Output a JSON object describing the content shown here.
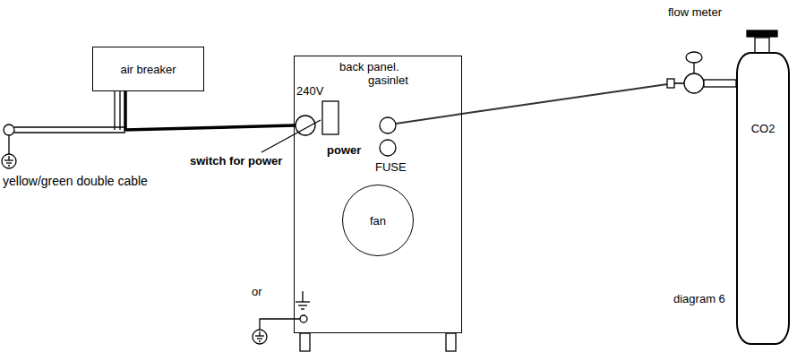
{
  "diagram": {
    "nodes": [
      {
        "text": [
          "air breaker"
        ]
      },
      {
        "text": [
          "back panel.",
          "gasinlet",
          "240V",
          "power",
          "FUSE"
        ]
      },
      {
        "text": [
          "fan"
        ],
        "in": 1
      },
      {
        "text": [
          "CO2"
        ]
      }
    ],
    "edges": [
      {
        "from": 0,
        "to": 1,
        "arrow": "none"
      },
      {
        "from": 1,
        "to": 3,
        "arrow": "none"
      }
    ],
    "labels": [
      "switch for power",
      "yellow/green double cable",
      "or",
      "flow meter",
      "diagram 6"
    ]
  }
}
